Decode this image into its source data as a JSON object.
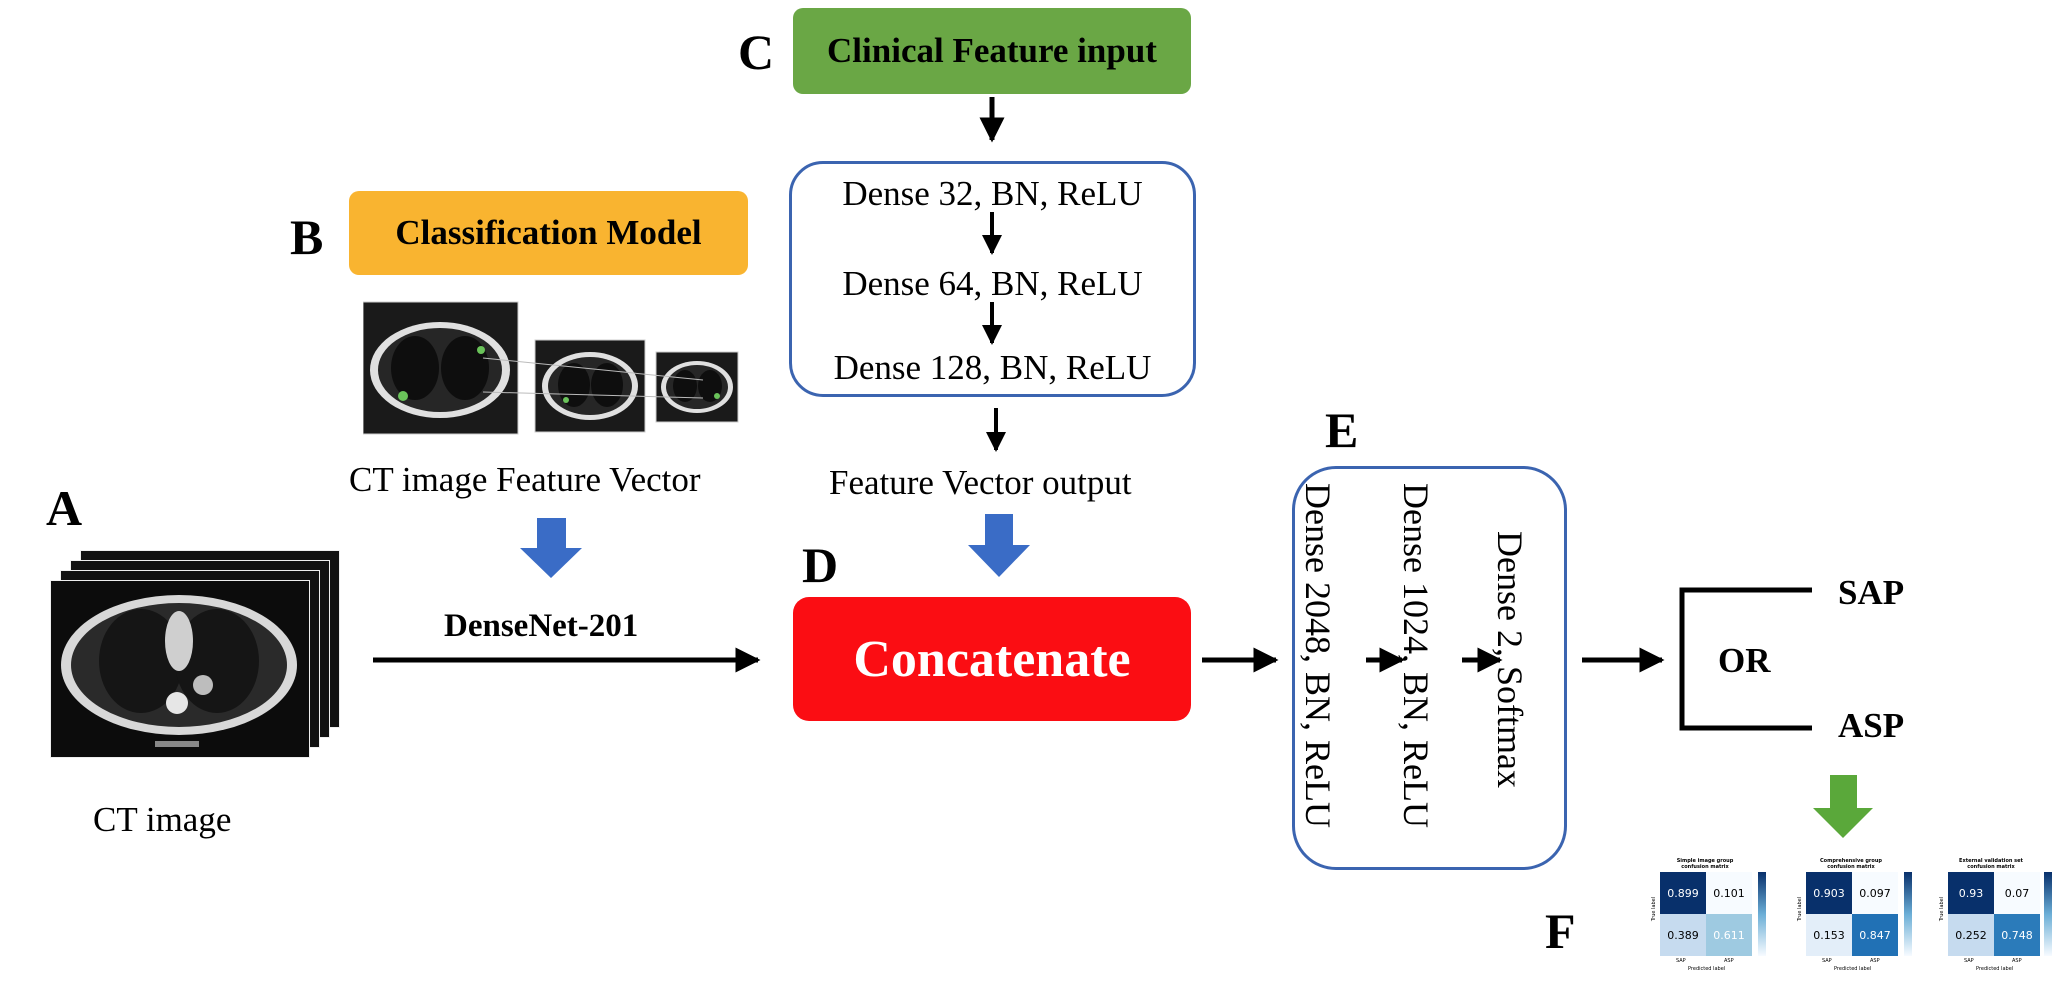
{
  "panels": {
    "a": "A",
    "b": "B",
    "c": "C",
    "d": "D",
    "e": "E",
    "f": "F"
  },
  "clinical_input": "Clinical Feature input",
  "classification_model": "Classification Model",
  "dense_stack": [
    "Dense 32, BN, ReLU",
    "Dense 64, BN, ReLU",
    "Dense 128, BN, ReLU"
  ],
  "feature_vector_output": "Feature Vector output",
  "ct_feature_vector": "CT image Feature Vector",
  "ct_image": "CT image",
  "densenet": "DenseNet-201",
  "concatenate": "Concatenate",
  "final_dense": [
    "Dense 2048, BN, ReLU",
    "Dense 1024, BN, ReLU",
    "Dense 2, Softmax"
  ],
  "outputs": {
    "sap": "SAP",
    "or": "OR",
    "asp": "ASP"
  },
  "confusion_matrices": [
    {
      "title_line1": "Simple image group",
      "title_line2": "confusion matrix",
      "cells": [
        "0.899",
        "0.101",
        "0.389",
        "0.611"
      ],
      "true_label": "True label",
      "pred_label": "Predicted label",
      "class_a": "SAP",
      "class_b": "ASP"
    },
    {
      "title_line1": "Comprehensive group",
      "title_line2": "confusion matrix",
      "cells": [
        "0.903",
        "0.097",
        "0.153",
        "0.847"
      ],
      "true_label": "True label",
      "pred_label": "Predicted label",
      "class_a": "SAP",
      "class_b": "ASP"
    },
    {
      "title_line1": "External validation set",
      "title_line2": "confusion matrix",
      "cells": [
        "0.93",
        "0.07",
        "0.252",
        "0.748"
      ],
      "true_label": "True label",
      "pred_label": "Predicted label",
      "class_a": "SAP",
      "class_b": "ASP"
    }
  ],
  "colors": {
    "clinical_box": "#6aa745",
    "classification_box": "#f9b430",
    "concatenate_box": "#fb0d13",
    "box_border": "#3b64b0",
    "blue_arrow": "#3a6cc6",
    "green_arrow": "#5aa83a"
  }
}
